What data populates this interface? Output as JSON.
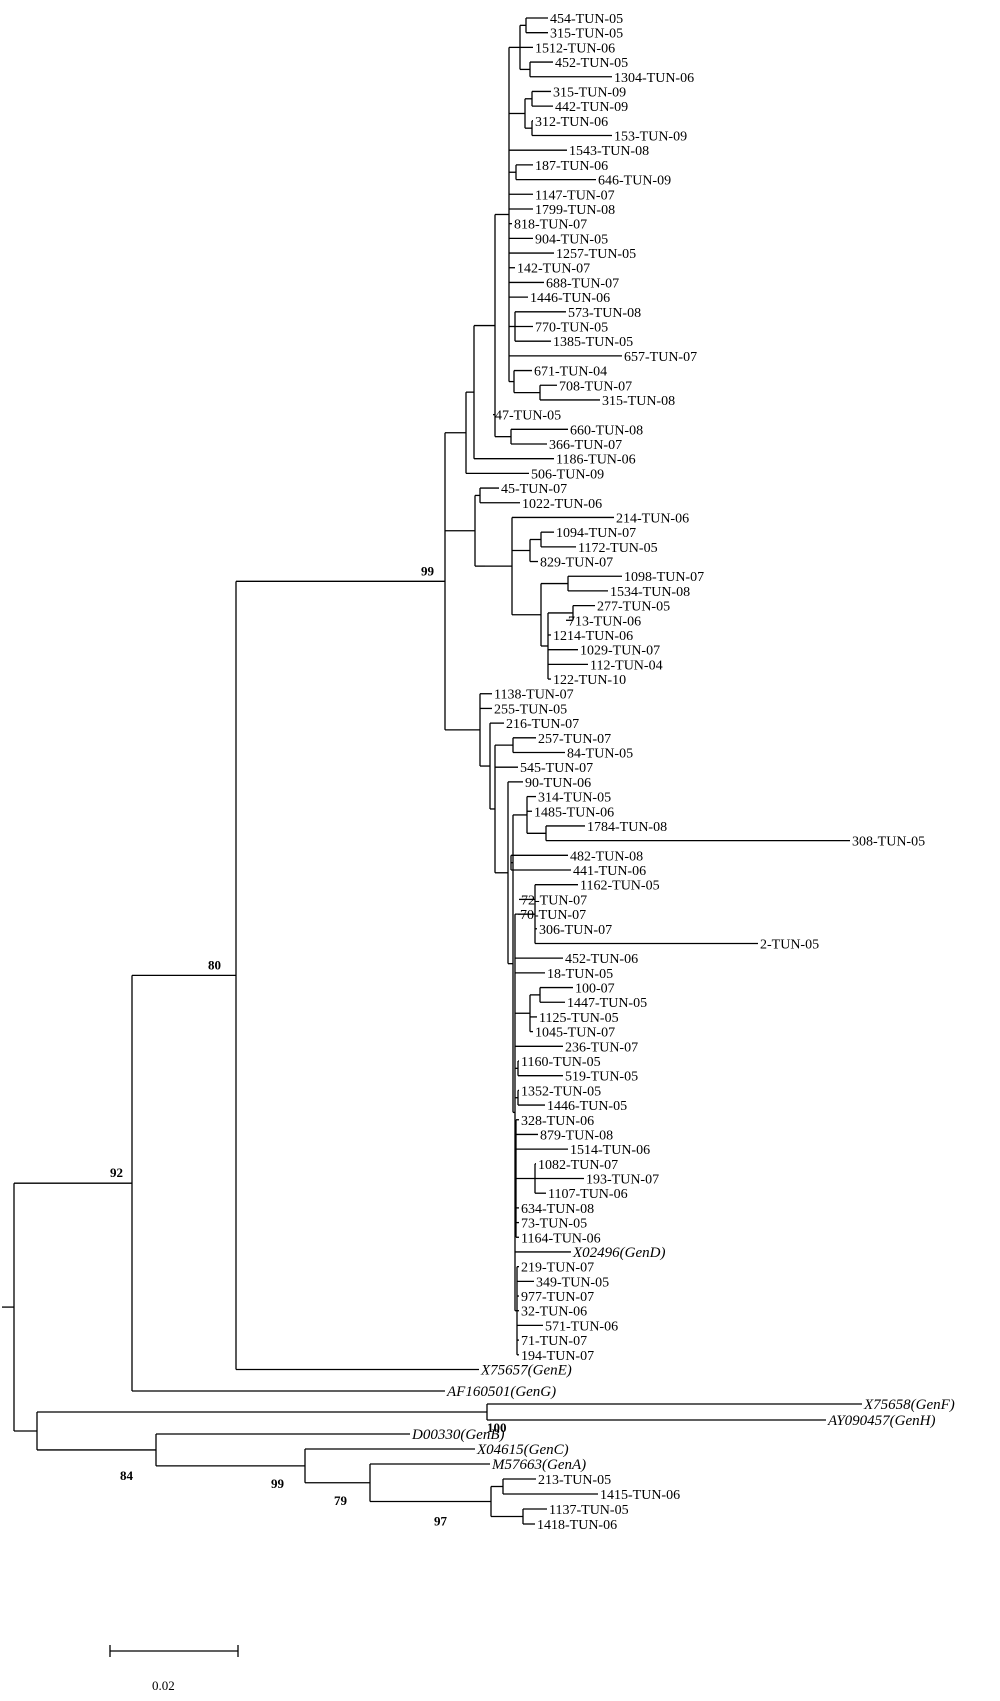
{
  "tree": {
    "leaves": [
      {
        "id": "a1",
        "label": "454-TUN-05"
      },
      {
        "id": "a2",
        "label": "315-TUN-05"
      },
      {
        "id": "a3",
        "label": "1512-TUN-06"
      },
      {
        "id": "a4",
        "label": "452-TUN-05"
      },
      {
        "id": "a5",
        "label": "1304-TUN-06"
      },
      {
        "id": "a6",
        "label": "315-TUN-09"
      },
      {
        "id": "a7",
        "label": "442-TUN-09"
      },
      {
        "id": "a8",
        "label": "312-TUN-06"
      },
      {
        "id": "a9",
        "label": "153-TUN-09"
      },
      {
        "id": "a10",
        "label": "1543-TUN-08"
      },
      {
        "id": "a11",
        "label": "187-TUN-06"
      },
      {
        "id": "a12",
        "label": "646-TUN-09"
      },
      {
        "id": "a13",
        "label": "1147-TUN-07"
      },
      {
        "id": "a14",
        "label": "1799-TUN-08"
      },
      {
        "id": "a15",
        "label": "818-TUN-07"
      },
      {
        "id": "a16",
        "label": "904-TUN-05"
      },
      {
        "id": "a17",
        "label": "1257-TUN-05"
      },
      {
        "id": "a18",
        "label": "142-TUN-07"
      },
      {
        "id": "a19",
        "label": "688-TUN-07"
      },
      {
        "id": "a20",
        "label": "1446-TUN-06"
      },
      {
        "id": "a21",
        "label": "573-TUN-08"
      },
      {
        "id": "a22",
        "label": "770-TUN-05"
      },
      {
        "id": "a23",
        "label": "1385-TUN-05"
      },
      {
        "id": "a24",
        "label": "657-TUN-07"
      },
      {
        "id": "a25",
        "label": "671-TUN-04"
      },
      {
        "id": "a26",
        "label": "708-TUN-07"
      },
      {
        "id": "a27",
        "label": "315-TUN-08"
      },
      {
        "id": "a28",
        "label": "47-TUN-05"
      },
      {
        "id": "a29",
        "label": "660-TUN-08"
      },
      {
        "id": "a30",
        "label": "366-TUN-07"
      },
      {
        "id": "a31",
        "label": "1186-TUN-06"
      },
      {
        "id": "a32",
        "label": "506-TUN-09"
      },
      {
        "id": "b1",
        "label": "45-TUN-07"
      },
      {
        "id": "b2",
        "label": "1022-TUN-06"
      },
      {
        "id": "b3",
        "label": "214-TUN-06"
      },
      {
        "id": "b4",
        "label": "1094-TUN-07"
      },
      {
        "id": "b5",
        "label": "1172-TUN-05"
      },
      {
        "id": "b6",
        "label": "829-TUN-07"
      },
      {
        "id": "b7",
        "label": "1098-TUN-07"
      },
      {
        "id": "b8",
        "label": "1534-TUN-08"
      },
      {
        "id": "b9",
        "label": "277-TUN-05"
      },
      {
        "id": "b10",
        "label": "713-TUN-06"
      },
      {
        "id": "b11",
        "label": "1214-TUN-06"
      },
      {
        "id": "b12",
        "label": "1029-TUN-07"
      },
      {
        "id": "b13",
        "label": "112-TUN-04"
      },
      {
        "id": "b14",
        "label": "122-TUN-10"
      },
      {
        "id": "c1",
        "label": "1138-TUN-07"
      },
      {
        "id": "c2",
        "label": "255-TUN-05"
      },
      {
        "id": "c3",
        "label": "216-TUN-07"
      },
      {
        "id": "c4",
        "label": "257-TUN-07"
      },
      {
        "id": "c5",
        "label": "84-TUN-05"
      },
      {
        "id": "c6",
        "label": "545-TUN-07"
      },
      {
        "id": "c7",
        "label": "90-TUN-06"
      },
      {
        "id": "c8",
        "label": "314-TUN-05"
      },
      {
        "id": "c9",
        "label": "1485-TUN-06"
      },
      {
        "id": "c10",
        "label": "1784-TUN-08"
      },
      {
        "id": "c11",
        "label": "308-TUN-05"
      },
      {
        "id": "c12",
        "label": "482-TUN-08"
      },
      {
        "id": "c13",
        "label": "441-TUN-06"
      },
      {
        "id": "c14",
        "label": "1162-TUN-05"
      },
      {
        "id": "c15",
        "label": "72-TUN-07"
      },
      {
        "id": "c16",
        "label": "70-TUN-07"
      },
      {
        "id": "c17",
        "label": "306-TUN-07"
      },
      {
        "id": "c18",
        "label": "2-TUN-05"
      },
      {
        "id": "c19",
        "label": "452-TUN-06"
      },
      {
        "id": "c20",
        "label": "18-TUN-05"
      },
      {
        "id": "c21",
        "label": "100-07"
      },
      {
        "id": "c22",
        "label": "1447-TUN-05"
      },
      {
        "id": "c23",
        "label": "1125-TUN-05"
      },
      {
        "id": "c24",
        "label": "1045-TUN-07"
      },
      {
        "id": "c25",
        "label": "236-TUN-07"
      },
      {
        "id": "c26",
        "label": "1160-TUN-05"
      },
      {
        "id": "c27",
        "label": "519-TUN-05"
      },
      {
        "id": "c28",
        "label": "1352-TUN-05"
      },
      {
        "id": "c29",
        "label": "1446-TUN-05"
      },
      {
        "id": "c30",
        "label": "328-TUN-06"
      },
      {
        "id": "c31",
        "label": "879-TUN-08"
      },
      {
        "id": "c32",
        "label": "1514-TUN-06"
      },
      {
        "id": "c33",
        "label": "1082-TUN-07"
      },
      {
        "id": "c34",
        "label": "193-TUN-07"
      },
      {
        "id": "c35",
        "label": "1107-TUN-06"
      },
      {
        "id": "c36",
        "label": "634-TUN-08"
      },
      {
        "id": "c37",
        "label": "73-TUN-05"
      },
      {
        "id": "c38",
        "label": "1164-TUN-06"
      },
      {
        "id": "c39",
        "label": "X02496(GenD)",
        "ref": true
      },
      {
        "id": "c40",
        "label": "219-TUN-07"
      },
      {
        "id": "c41",
        "label": "349-TUN-05"
      },
      {
        "id": "c42",
        "label": "977-TUN-07"
      },
      {
        "id": "c43",
        "label": "32-TUN-06"
      },
      {
        "id": "c44",
        "label": "571-TUN-06"
      },
      {
        "id": "c45",
        "label": "71-TUN-07"
      },
      {
        "id": "c46",
        "label": "194-TUN-07"
      },
      {
        "id": "e1",
        "label": "X75657(GenE)",
        "ref": true
      },
      {
        "id": "g1",
        "label": "AF160501(GenG)",
        "ref": true
      },
      {
        "id": "f1",
        "label": "X75658(GenF)",
        "ref": true
      },
      {
        "id": "h1",
        "label": "AY090457(GenH)",
        "ref": true
      },
      {
        "id": "bB",
        "label": "D00330(GenB)",
        "ref": true
      },
      {
        "id": "cC",
        "label": "X04615(GenC)",
        "ref": true
      },
      {
        "id": "aA",
        "label": "M57663(GenA)",
        "ref": true
      },
      {
        "id": "t1",
        "label": "213-TUN-05"
      },
      {
        "id": "t2",
        "label": "1415-TUN-06"
      },
      {
        "id": "t3",
        "label": "1137-TUN-05"
      },
      {
        "id": "t4",
        "label": "1418-TUN-06"
      }
    ],
    "bootstrap": [
      {
        "node": "gD",
        "value": "99"
      },
      {
        "node": "gDE",
        "value": "80"
      },
      {
        "node": "gDEG",
        "value": "92"
      },
      {
        "node": "gFH",
        "value": "100"
      },
      {
        "node": "gBCA",
        "value": "84"
      },
      {
        "node": "gCA",
        "value": "99"
      },
      {
        "node": "gA",
        "value": "79"
      },
      {
        "node": "gTun",
        "value": "97"
      }
    ]
  },
  "scale_bar": {
    "label": "0.02"
  }
}
